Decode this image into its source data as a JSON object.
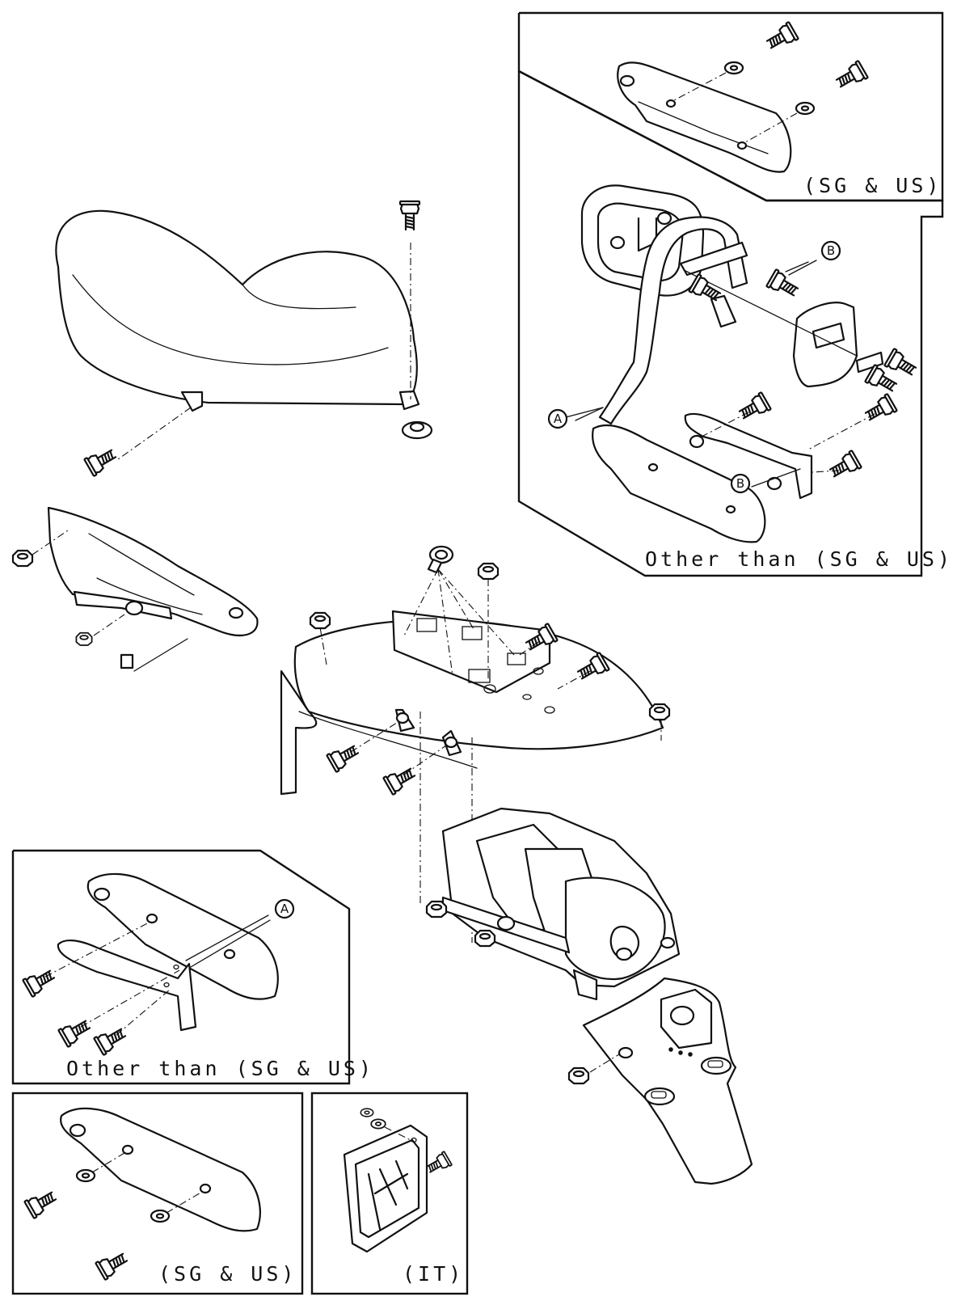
{
  "panels": {
    "top_right_inset": "(SG & US)",
    "right_main_inset": "Other than (SG & US)",
    "bottom_left_upper": "Other than (SG & US)",
    "bottom_left_lower": "(SG & US)",
    "bottom_middle": "(IT)"
  },
  "callouts": {
    "a": "A",
    "b": "B"
  }
}
